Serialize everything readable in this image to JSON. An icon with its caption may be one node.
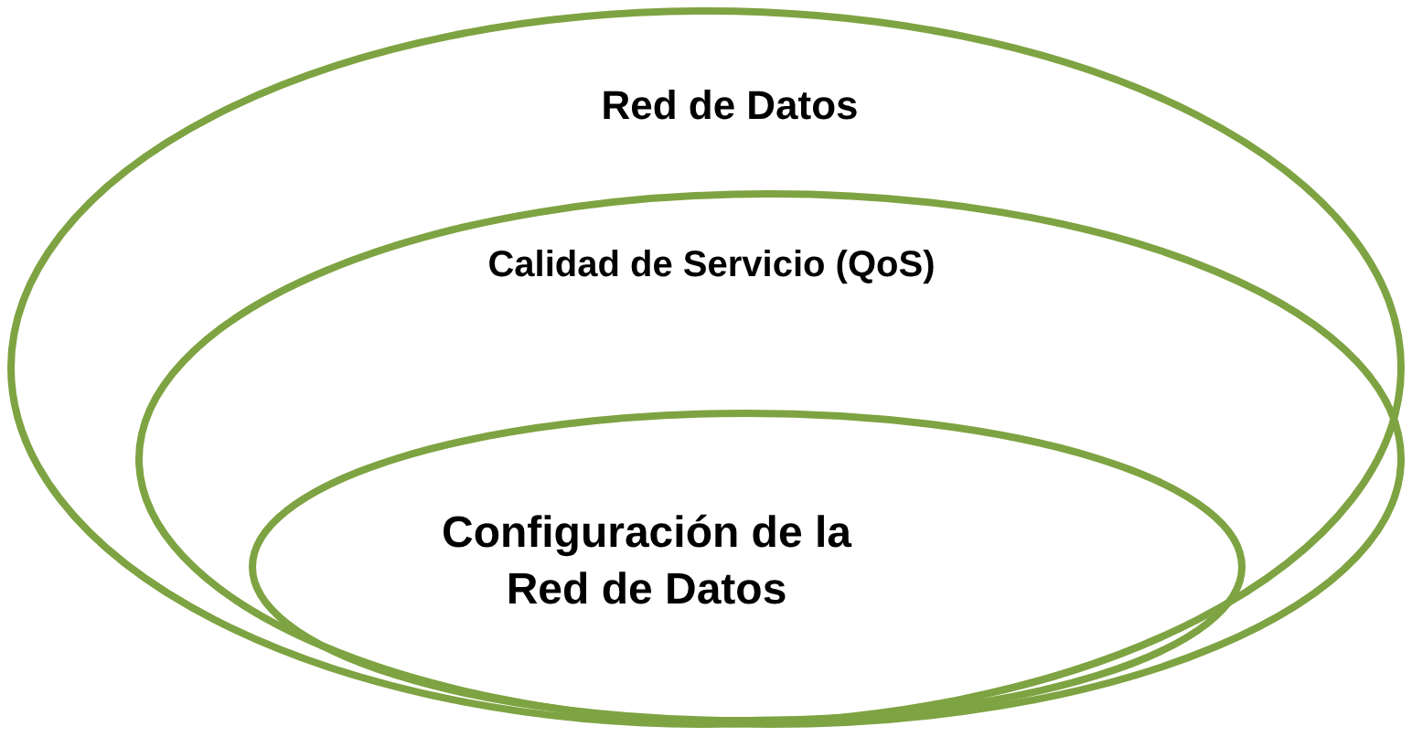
{
  "diagram": {
    "nodes": [
      {
        "text": [
          "Red de Datos"
        ]
      },
      {
        "text": [
          "Calidad de Servicio (QoS)"
        ],
        "in": 0
      },
      {
        "text": [
          "Configuración de la Red de Datos"
        ],
        "in": 1
      }
    ]
  }
}
